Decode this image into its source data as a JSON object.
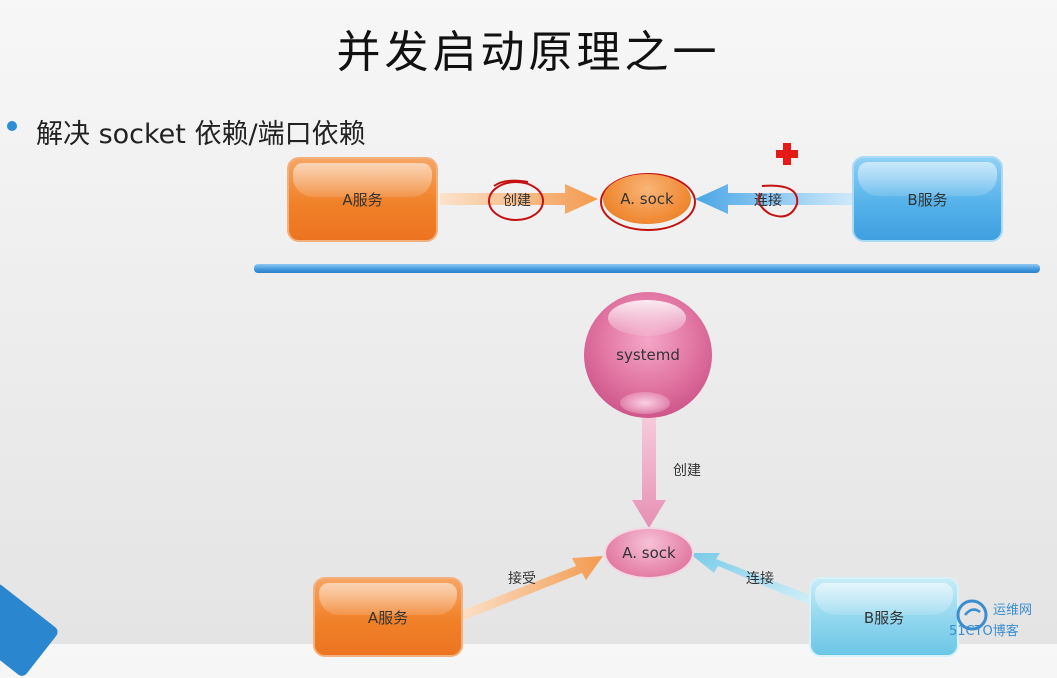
{
  "slide": {
    "title": "并发启动原理之一",
    "bullet": "解决 socket 依赖/端口依赖"
  },
  "top_diagram": {
    "service_a": "A服务",
    "socket": "A. sock",
    "service_b": "B服务",
    "create_label": "创建",
    "connect_label": "连接"
  },
  "bottom_diagram": {
    "systemd": "systemd",
    "create_label": "创建",
    "socket": "A. sock",
    "accept_label": "接受",
    "connect_label": "连接",
    "service_a": "A服务",
    "service_b": "B服务"
  },
  "watermark": {
    "top": "运维网",
    "bottom": "51CTO博客"
  },
  "colors": {
    "orange": "#f08129",
    "blue": "#55b2ea",
    "pink": "#e47ea5",
    "annotation_red": "#c41212",
    "divider": "#3f97de"
  }
}
